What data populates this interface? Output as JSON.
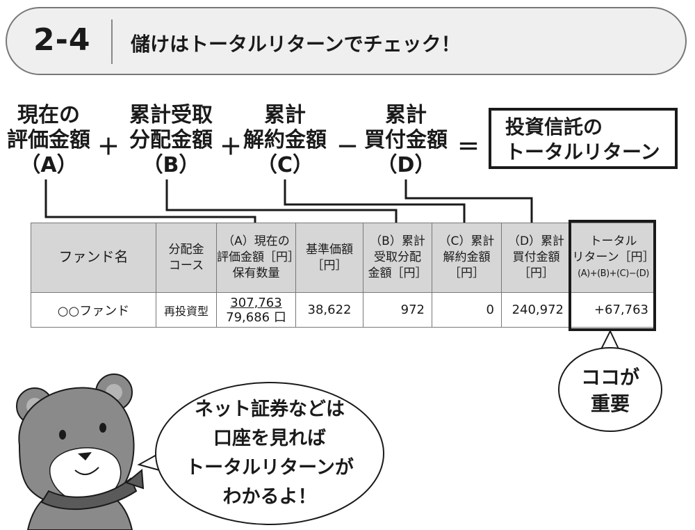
{
  "header": {
    "section_number": "2-4",
    "section_title": "儲けはトータルリターンでチェック！"
  },
  "formula": {
    "terms": [
      {
        "line1": "現在の",
        "line2": "評価金額",
        "letter": "（A）"
      },
      {
        "line1": "累計受取",
        "line2": "分配金額",
        "letter": "（B）"
      },
      {
        "line1": "累計",
        "line2": "解約金額",
        "letter": "（C）"
      },
      {
        "line1": "累計",
        "line2": "買付金額",
        "letter": "（D）"
      }
    ],
    "operators": [
      "＋",
      "＋",
      "－",
      "＝"
    ],
    "result_line1": "投資信託の",
    "result_line2": "トータルリターン"
  },
  "table": {
    "headers": {
      "fund": "ファンド名",
      "course_1": "分配金",
      "course_2": "コース",
      "eval_1": "（A）現在の",
      "eval_2": "評価金額［円］",
      "eval_3": "保有数量",
      "base_1": "基準価額",
      "base_2": "［円］",
      "b_1": "（B）累計",
      "b_2": "受取分配",
      "b_3": "金額［円］",
      "c_1": "（C）累計",
      "c_2": "解約金額",
      "c_3": "［円］",
      "d_1": "（D）累計",
      "d_2": "買付金額",
      "d_3": "［円］",
      "total_1": "トータル",
      "total_2": "リターン［円］",
      "total_3": "(A)+(B)+(C)−(D)"
    },
    "row": {
      "fund": "○○ファンド",
      "course": "再投資型",
      "eval_amount": "307,763",
      "holdings": "79,686 口",
      "base_price": "38,622",
      "b": "972",
      "c": "0",
      "d": "240,972",
      "total": "+67,763"
    }
  },
  "callout": {
    "line1": "ココが",
    "line2": "重要"
  },
  "speech": {
    "line1": "ネット証券などは",
    "line2": "口座を見れば",
    "line3": "トータルリターンが",
    "line4": "わかるよ！"
  }
}
